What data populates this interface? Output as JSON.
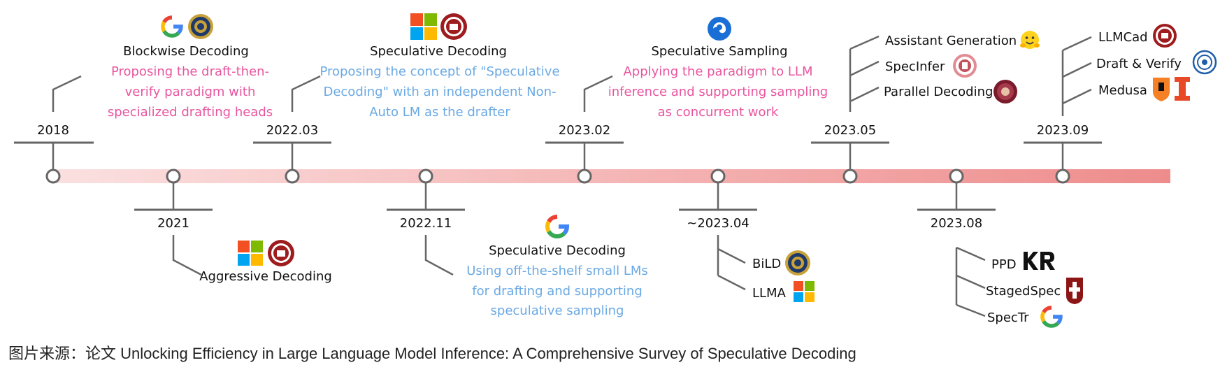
{
  "caption": "图片来源：论文 Unlocking Efficiency in Large Language Model Inference: A Comprehensive Survey of Speculative Decoding",
  "colors": {
    "axis_start": "#fbe0e0",
    "axis_end": "#ee8c8c",
    "line": "#666666",
    "pink_text": "#e8559f",
    "blue_text": "#6aa9e3"
  },
  "milestones": [
    {
      "date": "2018",
      "title": "Blockwise Decoding",
      "lines": [
        "Proposing the draft-then-",
        "verify paradigm with",
        "specialized drafting heads"
      ],
      "color": "pink",
      "logos": [
        "google-icon",
        "berkeley-seal-icon"
      ]
    },
    {
      "date": "2021",
      "title": "Aggressive Decoding",
      "logos": [
        "microsoft-icon",
        "pku-seal-icon"
      ]
    },
    {
      "date": "2022.03",
      "title": "Speculative Decoding",
      "lines": [
        "Proposing the concept of \"Speculative",
        "Decoding\" with an independent Non-",
        "Auto LM as the drafter"
      ],
      "color": "blue",
      "logos": [
        "microsoft-icon",
        "pku-seal-icon"
      ]
    },
    {
      "date": "2022.11",
      "title": "Speculative Decoding",
      "lines": [
        "Using off-the-shelf small LMs",
        "for drafting and supporting",
        "speculative sampling"
      ],
      "color": "blue",
      "logos": [
        "google-icon"
      ]
    },
    {
      "date": "2023.02",
      "title": "Speculative Sampling",
      "lines": [
        "Applying the paradigm to LLM",
        "inference and supporting sampling",
        "as concurrent work"
      ],
      "color": "pink",
      "logos": [
        "deepmind-icon"
      ]
    },
    {
      "date": "~2023.04",
      "items": [
        {
          "label": "BiLD",
          "logos": [
            "berkeley-seal-icon"
          ]
        },
        {
          "label": "LLMA",
          "logos": [
            "microsoft-icon"
          ]
        }
      ]
    },
    {
      "date": "2023.05",
      "items": [
        {
          "label": "Assistant Generation",
          "logos": [
            "huggingface-icon"
          ]
        },
        {
          "label": "SpecInfer",
          "logos": [
            "cmu-seal-icon"
          ]
        },
        {
          "label": "Parallel Decoding",
          "logos": [
            "university-seal-icon"
          ]
        }
      ]
    },
    {
      "date": "2023.08",
      "items": [
        {
          "label": "PPD",
          "logos": [
            "kr-logo-icon"
          ]
        },
        {
          "label": "StagedSpec",
          "logos": [
            "stanford-icon"
          ]
        },
        {
          "label": "SpecTr",
          "logos": [
            "google-icon"
          ]
        }
      ]
    },
    {
      "date": "2023.09",
      "items": [
        {
          "label": "LLMCad",
          "logos": [
            "pku-seal-icon"
          ]
        },
        {
          "label": "Draft & Verify",
          "logos": [
            "zju-seal-icon"
          ]
        },
        {
          "label": "Medusa",
          "logos": [
            "princeton-shield-icon",
            "illinois-i-icon"
          ]
        }
      ]
    }
  ]
}
